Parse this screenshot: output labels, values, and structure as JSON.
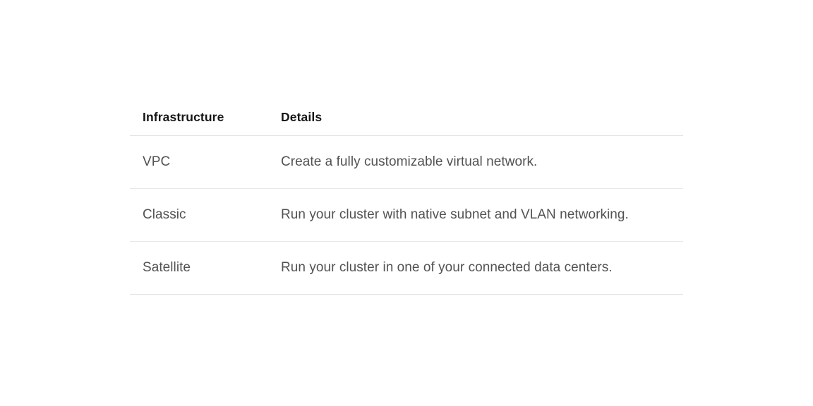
{
  "table": {
    "columns": [
      {
        "key": "infrastructure",
        "label": "Infrastructure"
      },
      {
        "key": "details",
        "label": "Details"
      }
    ],
    "rows": [
      {
        "infrastructure": "VPC",
        "details": "Create a fully customizable virtual network."
      },
      {
        "infrastructure": "Classic",
        "details": "Run your cluster with native subnet and VLAN networking."
      },
      {
        "infrastructure": "Satellite",
        "details": "Run your cluster in one of your connected data centers."
      }
    ]
  },
  "colors": {
    "page_background": "#ffffff",
    "header_text": "#161616",
    "cell_text": "#525252",
    "header_rule": "#e0e0e0",
    "row_rule": "#e8e8e8"
  }
}
